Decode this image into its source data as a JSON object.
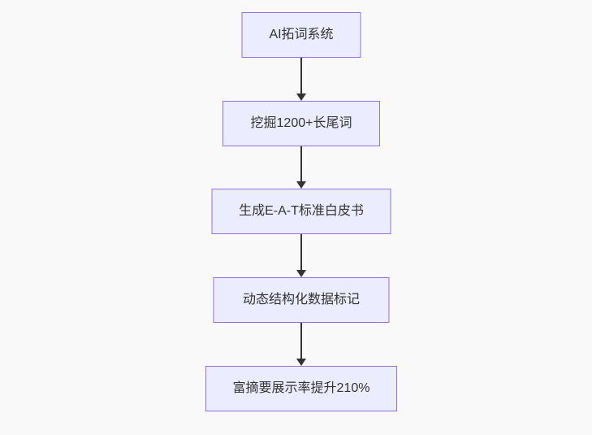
{
  "diagram": {
    "type": "flowchart",
    "direction": "top-down",
    "nodes": [
      {
        "id": "n1",
        "label": "AI拓词系统"
      },
      {
        "id": "n2",
        "label": "挖掘1200+长尾词"
      },
      {
        "id": "n3",
        "label": "生成E-A-T标准白皮书"
      },
      {
        "id": "n4",
        "label": "动态结构化数据标记"
      },
      {
        "id": "n5",
        "label": "富摘要展示率提升210%"
      }
    ],
    "edges": [
      {
        "from": "n1",
        "to": "n2"
      },
      {
        "from": "n2",
        "to": "n3"
      },
      {
        "from": "n3",
        "to": "n4"
      },
      {
        "from": "n4",
        "to": "n5"
      }
    ],
    "colors": {
      "background": "#f9f9f9",
      "node_fill": "#ECECFF",
      "node_border": "#9370DB",
      "arrow": "#333333",
      "text": "#333333"
    }
  }
}
